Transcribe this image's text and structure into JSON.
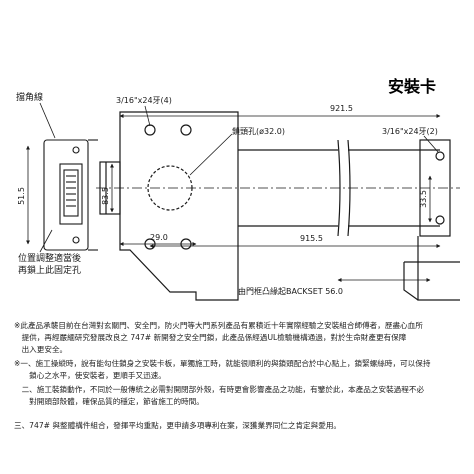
{
  "title": "安裝卡",
  "labels": {
    "jamb_line": "擋角線",
    "screw_left": "3/16\"x24牙(4)",
    "lock_hole": "鎖頭孔(ø32.0)",
    "screw_right": "3/16\"x24牙(2)",
    "adjust_note_1": "位置調整適當後",
    "adjust_note_2": "再鎖上此固定孔",
    "backset": "由門框凸緣起BACKSET 56.0"
  },
  "dimensions": {
    "d921": "921.5",
    "d915": "915.5",
    "d29": "29.0",
    "d515": "51.5",
    "d835": "83.5",
    "d335": "33.5",
    "dd": "ø"
  },
  "notes": [
    "※此產品承襲目前在台灣對玄關門、安全門，防火門等大門系列產品有累積近十年實際經驗之安裝組合師傅者，歷盡心血所",
    "　提供，再經嚴緬研究發展改良之 747# 新開發之安全門鎖，此產品係經過UL檢驗機構通過，對於生命財產更有保障",
    "　出入更安全。",
    "※一、施工操縱時，說有能勾住鎖身之安裝卡板，單獨施工時，就能很順利的與鎖頭配合於中心點上，鎖緊螺絲時，可以保持",
    "　　鎖心之水平，使安裝者，更順手又迅速。",
    "　二、施工裝鎖動作，不同於一般傳統之必需對開閉部外殼，有時更會影響產品之功能，有鑒於此，本產品之安裝過程不必",
    "　　對開頭部殼體，確保品質的穩定，節省施工的時間。",
    "三、747# 與整體構件組合，發揮平均重點，更申請多項專利在案，深獲業界同仁之肯定與愛用。"
  ]
}
